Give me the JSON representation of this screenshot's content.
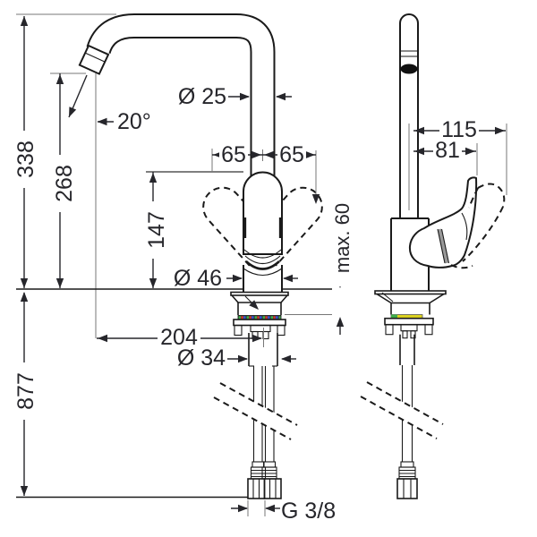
{
  "drawing": {
    "kind": "faucet-dimension-drawing",
    "colors": {
      "line": "#1a1a1a",
      "dimension": "#26262b",
      "seal_yellow": "#ddd41e",
      "seal_green": "#3fae4a",
      "seal_red": "#d23b2f",
      "seal_blue": "#3b55d2"
    },
    "front_view": {
      "dims": {
        "total_height": "338",
        "spout_height": "268",
        "handle_height": "147",
        "hose_length": "877",
        "spout_diameter": "Ø 25",
        "swivel_left": "65",
        "swivel_right": "65",
        "base_diameter": "Ø 46",
        "projection": "204",
        "shank_diameter": "Ø 34",
        "connection_thread": "G 3/8",
        "spray_angle": "20°"
      }
    },
    "side_view": {
      "dims": {
        "handle_reach_open": "115",
        "handle_reach": "81",
        "counter_thickness_max": "max. 60"
      }
    }
  }
}
